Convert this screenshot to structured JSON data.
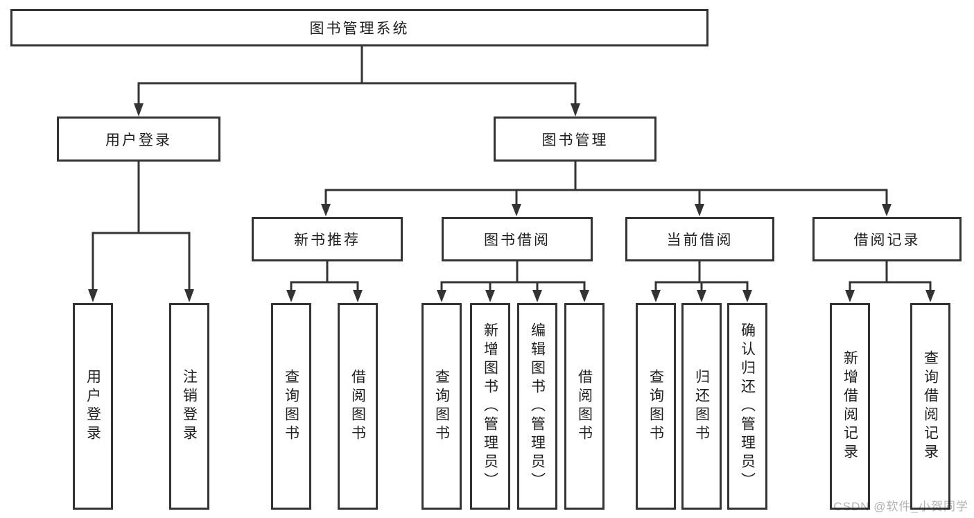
{
  "tree": {
    "root": {
      "label": "图书管理系统"
    },
    "branches": [
      {
        "label": "用户登录",
        "children": [
          {
            "label": "用户登录"
          },
          {
            "label": "注销登录"
          }
        ]
      },
      {
        "label": "图书管理",
        "children": [
          {
            "label": "新书推荐",
            "children": [
              {
                "label": "查询图书"
              },
              {
                "label": "借阅图书"
              }
            ]
          },
          {
            "label": "图书借阅",
            "children": [
              {
                "label": "查询图书"
              },
              {
                "label": "新增图书（管理员）"
              },
              {
                "label": "编辑图书（管理员）"
              },
              {
                "label": "借阅图书"
              }
            ]
          },
          {
            "label": "当前借阅",
            "children": [
              {
                "label": "查询图书"
              },
              {
                "label": "归还图书"
              },
              {
                "label": "确认归还（管理员）"
              }
            ]
          },
          {
            "label": "借阅记录",
            "children": [
              {
                "label": "新增借阅记录"
              },
              {
                "label": "查询借阅记录"
              }
            ]
          }
        ]
      }
    ]
  },
  "watermark": {
    "text": "CSDN @软件_小贺同学"
  },
  "colors": {
    "line": "#333333",
    "text": "#1f1f1f",
    "bg": "#ffffff",
    "watermark": "#b3b3b3"
  }
}
